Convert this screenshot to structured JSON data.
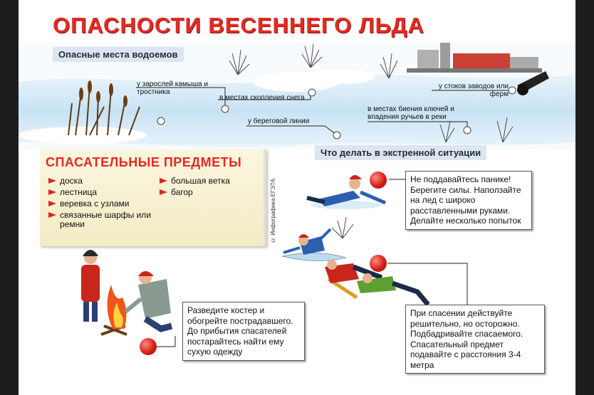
{
  "title": "ОПАСНОСТИ ВЕСЕННЕГО ЛЬДА",
  "sections": {
    "dangerous_places": "Опасные места водоемов",
    "emergency": "Что делать в экстренной ситуации"
  },
  "places": {
    "reeds": "у зарослей камыша и тростника",
    "snow": "в местах скопления снега",
    "shore": "у береговой линии",
    "factories": "у стоков заводов или ферм",
    "springs": "в местах биения ключей и впадения ручьев в реки"
  },
  "rescue_items": {
    "title": "СПАСАТЕЛЬНЫЕ ПРЕДМЕТЫ",
    "col1": [
      "доска",
      "лестница",
      "веревка с узлами",
      "связанные шарфы или ремни"
    ],
    "col2": [
      "большая ветка",
      "багор"
    ]
  },
  "credit": "© Инфографика ЕГЭТА",
  "tips": {
    "panic": "Не поддавайтесь панике! Берегите силы. Наползайте на лед с широко расставленными руками. Делайте несколько попыток",
    "rescue": "При спасении действуйте решительно, но осторожно. Подбадривайте спасаемого. Спасательный предмет подавайте с расстояния 3-4 метра",
    "fire": "Разведите костер и обогрейте пострадавшего. До прибытия спасателей постарайтесь найти ему сухую одежду"
  },
  "colors": {
    "title_red": "#e32b22",
    "ice_blue": "#cfe6f6",
    "panel_yellow": "#f7f0cf"
  }
}
